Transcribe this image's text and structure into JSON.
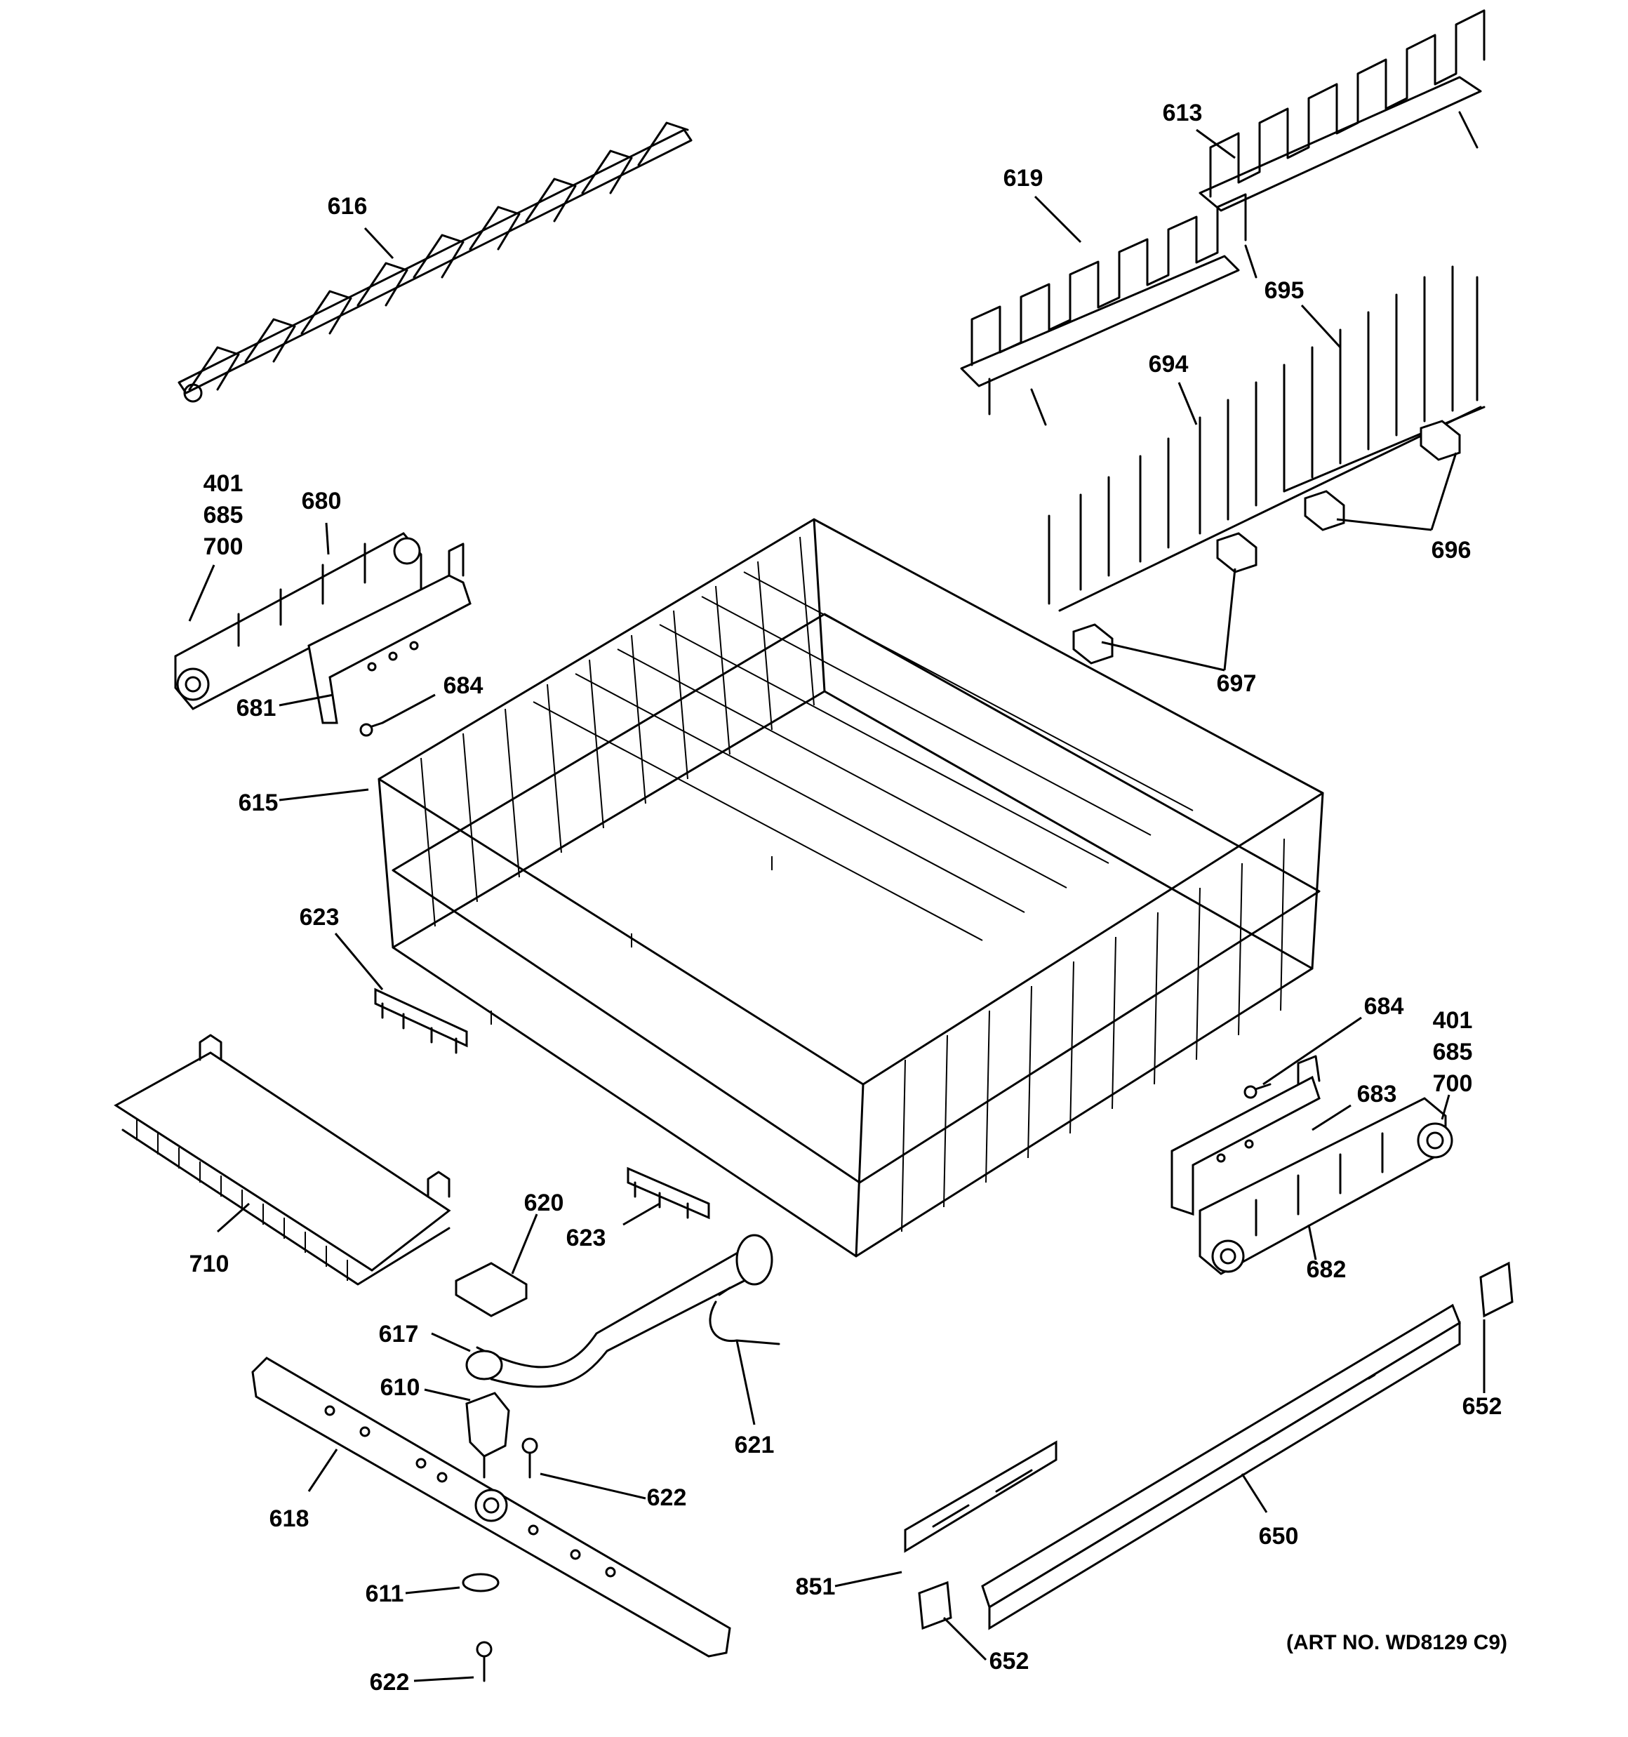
{
  "callouts": {
    "c616": "616",
    "c613": "613",
    "c619": "619",
    "c695": "695",
    "c694": "694",
    "c401a": "401",
    "c685a": "685",
    "c700a": "700",
    "c680": "680",
    "c681": "681",
    "c684a": "684",
    "c696": "696",
    "c697": "697",
    "c615": "615",
    "c623a": "623",
    "c684b": "684",
    "c401b": "401",
    "c685b": "685",
    "c700b": "700",
    "c683": "683",
    "c710": "710",
    "c620": "620",
    "c623b": "623",
    "c682": "682",
    "c617": "617",
    "c610": "610",
    "c621": "621",
    "c652a": "652",
    "c618": "618",
    "c622a": "622",
    "c650": "650",
    "c611": "611",
    "c851": "851",
    "c622b": "622",
    "c652b": "652"
  },
  "art_number": "(ART NO. WD8129 C9)"
}
